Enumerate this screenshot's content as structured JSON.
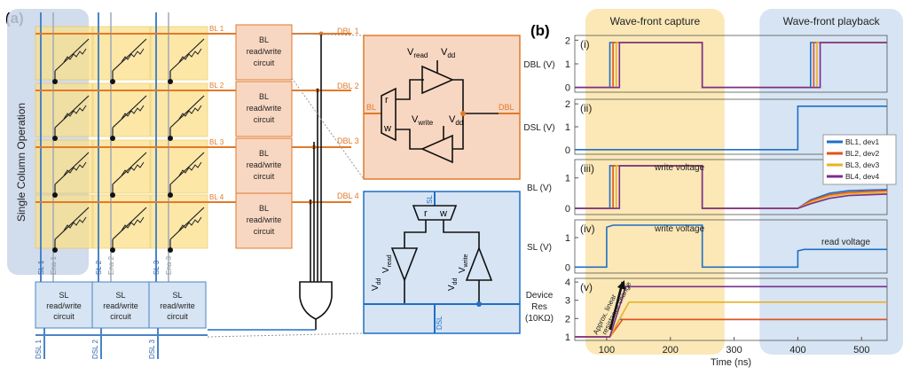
{
  "panel_a": {
    "label": "(a)",
    "side_label": "Single Column Operation",
    "bl_labels": [
      "BL 1",
      "BL 2",
      "BL 3",
      "BL 4"
    ],
    "dbl_labels": [
      "DBL 1",
      "DBL 2",
      "DBL 3",
      "DBL 4"
    ],
    "bl_block": [
      "BL",
      "read/write",
      "circuit"
    ],
    "sl_block": [
      "SL",
      "read/write",
      "circuit"
    ],
    "column_labels": [
      "SL 1",
      "Ena 1",
      "SL 2",
      "Ena 2",
      "SL 3",
      "Ena 3"
    ],
    "dsl_labels": [
      "DSL 1",
      "DSL 2",
      "DSL 3"
    ],
    "bl_detail": {
      "vread": "V",
      "vread_sub": "read",
      "vdd": "V",
      "vdd_sub": "dd",
      "r": "r",
      "w": "w",
      "vwrite": "V",
      "vwrite_sub": "write",
      "vdd2": "V",
      "vdd2_sub": "dd",
      "bl": "BL",
      "dbl": "DBL"
    },
    "sl_detail": {
      "sl": "SL",
      "r": "r",
      "w": "w",
      "vdd": "V",
      "vdd_sub": "dd",
      "vread": "V",
      "vread_sub": "read",
      "vdd2": "V",
      "vdd2_sub": "dd",
      "vwrite": "V",
      "vwrite_sub": "write",
      "dsl": "DSL"
    }
  },
  "panel_b": {
    "label": "(b)",
    "capture_title": "Wave-front capture",
    "playback_title": "Wave-front playback",
    "colors": {
      "dev1": "#1f6fc5",
      "dev2": "#e0531c",
      "dev3": "#eab124",
      "dev4": "#7a2e8e",
      "capture_bg": "#fbe8b6",
      "playback_bg": "#d6e4f3"
    },
    "legend": [
      "BL1, dev1",
      "BL2, dev2",
      "BL3, dev3",
      "BL4, dev4"
    ],
    "xlabel": "Time (ns)",
    "xticks": [
      "100",
      "200",
      "300",
      "400",
      "500"
    ],
    "rows": [
      {
        "id": "i",
        "tag": "(i)",
        "ylabel": "DBL (V)",
        "yticks": [
          "0",
          "1",
          "2"
        ]
      },
      {
        "id": "ii",
        "tag": "(ii)",
        "ylabel": "DSL (V)",
        "yticks": [
          "0",
          "1",
          "2"
        ]
      },
      {
        "id": "iii",
        "tag": "(iii)",
        "ylabel": "BL (V)",
        "yticks": [
          "0",
          "1"
        ],
        "note": "write voltage"
      },
      {
        "id": "iv",
        "tag": "(iv)",
        "ylabel": "SL (V)",
        "yticks": [
          "0",
          "1"
        ],
        "note": "write voltage",
        "note2": "read voltage"
      },
      {
        "id": "v",
        "tag": "(v)",
        "ylabel": [
          "Device",
          "Res",
          "(10KΩ)"
        ],
        "yticks": [
          "1",
          "2",
          "3",
          "4"
        ],
        "note": [
          "Approx. linear",
          "resistance change"
        ]
      }
    ],
    "chart_data": {
      "type": "line",
      "x_range": [
        50,
        540
      ],
      "series_names": [
        "BL1, dev1",
        "BL2, dev2",
        "BL3, dev3",
        "BL4, dev4"
      ],
      "DBL": {
        "ylim": [
          -0.2,
          2.2
        ],
        "series": [
          {
            "name": "BL1, dev1",
            "x": [
              0,
              105,
              105,
              250,
              250,
              420,
              420,
              540
            ],
            "y": [
              0,
              0,
              1.9,
              1.9,
              0,
              0,
              1.9,
              1.9
            ]
          },
          {
            "name": "BL2, dev2",
            "x": [
              0,
              110,
              110,
              250,
              250,
              425,
              425,
              540
            ],
            "y": [
              0,
              0,
              1.9,
              1.9,
              0,
              0,
              1.9,
              1.9
            ]
          },
          {
            "name": "BL3, dev3",
            "x": [
              0,
              115,
              115,
              250,
              250,
              430,
              430,
              540
            ],
            "y": [
              0,
              0,
              1.9,
              1.9,
              0,
              0,
              1.9,
              1.9
            ]
          },
          {
            "name": "BL4, dev4",
            "x": [
              0,
              120,
              120,
              250,
              250,
              435,
              435,
              540
            ],
            "y": [
              0,
              0,
              1.9,
              1.9,
              0,
              0,
              1.9,
              1.9
            ]
          }
        ]
      },
      "DSL": {
        "ylim": [
          -0.2,
          2.2
        ],
        "x": [
          0,
          400,
          400,
          540
        ],
        "y": [
          0,
          0,
          1.9,
          1.9
        ]
      },
      "BL": {
        "ylim": [
          -0.2,
          1.6
        ],
        "series": [
          {
            "name": "BL1, dev1",
            "x": [
              0,
              105,
              105,
              250,
              250,
              400,
              420,
              450,
              480,
              540
            ],
            "y": [
              0,
              0,
              1.4,
              1.4,
              0,
              0,
              0.28,
              0.5,
              0.58,
              0.62
            ]
          },
          {
            "name": "BL2, dev2",
            "x": [
              0,
              110,
              110,
              250,
              250,
              400,
              420,
              450,
              480,
              540
            ],
            "y": [
              0,
              0,
              1.4,
              1.4,
              0,
              0,
              0.25,
              0.45,
              0.53,
              0.58
            ]
          },
          {
            "name": "BL3, dev3",
            "x": [
              0,
              115,
              115,
              250,
              250,
              400,
              420,
              450,
              480,
              540
            ],
            "y": [
              0,
              0,
              1.4,
              1.4,
              0,
              0,
              0.2,
              0.4,
              0.48,
              0.52
            ]
          },
          {
            "name": "BL4, dev4",
            "x": [
              0,
              120,
              120,
              250,
              250,
              400,
              420,
              450,
              480,
              540
            ],
            "y": [
              0,
              0,
              1.4,
              1.4,
              0,
              0,
              0.15,
              0.33,
              0.42,
              0.47
            ]
          }
        ]
      },
      "SL": {
        "ylim": [
          -0.2,
          1.6
        ],
        "x": [
          0,
          100,
          100,
          110,
          250,
          250,
          400,
          400,
          410,
          540
        ],
        "y": [
          0,
          0,
          1.35,
          1.42,
          1.42,
          0,
          0,
          0.55,
          0.6,
          0.6
        ]
      },
      "RES": {
        "ylim": [
          0.8,
          4.2
        ],
        "series": [
          {
            "name": "BL1, dev1",
            "x": [
              0,
              105,
              120,
              540
            ],
            "y": [
              1,
              1,
              1.95,
              1.95
            ]
          },
          {
            "name": "BL2, dev2",
            "x": [
              0,
              105,
              125,
              540
            ],
            "y": [
              1,
              1,
              1.95,
              1.95
            ]
          },
          {
            "name": "BL3, dev3",
            "x": [
              0,
              105,
              135,
              540
            ],
            "y": [
              1,
              1,
              2.9,
              2.9
            ]
          },
          {
            "name": "BL4, dev4",
            "x": [
              0,
              105,
              130,
              540
            ],
            "y": [
              1,
              1,
              3.75,
              3.75
            ]
          }
        ]
      }
    }
  }
}
